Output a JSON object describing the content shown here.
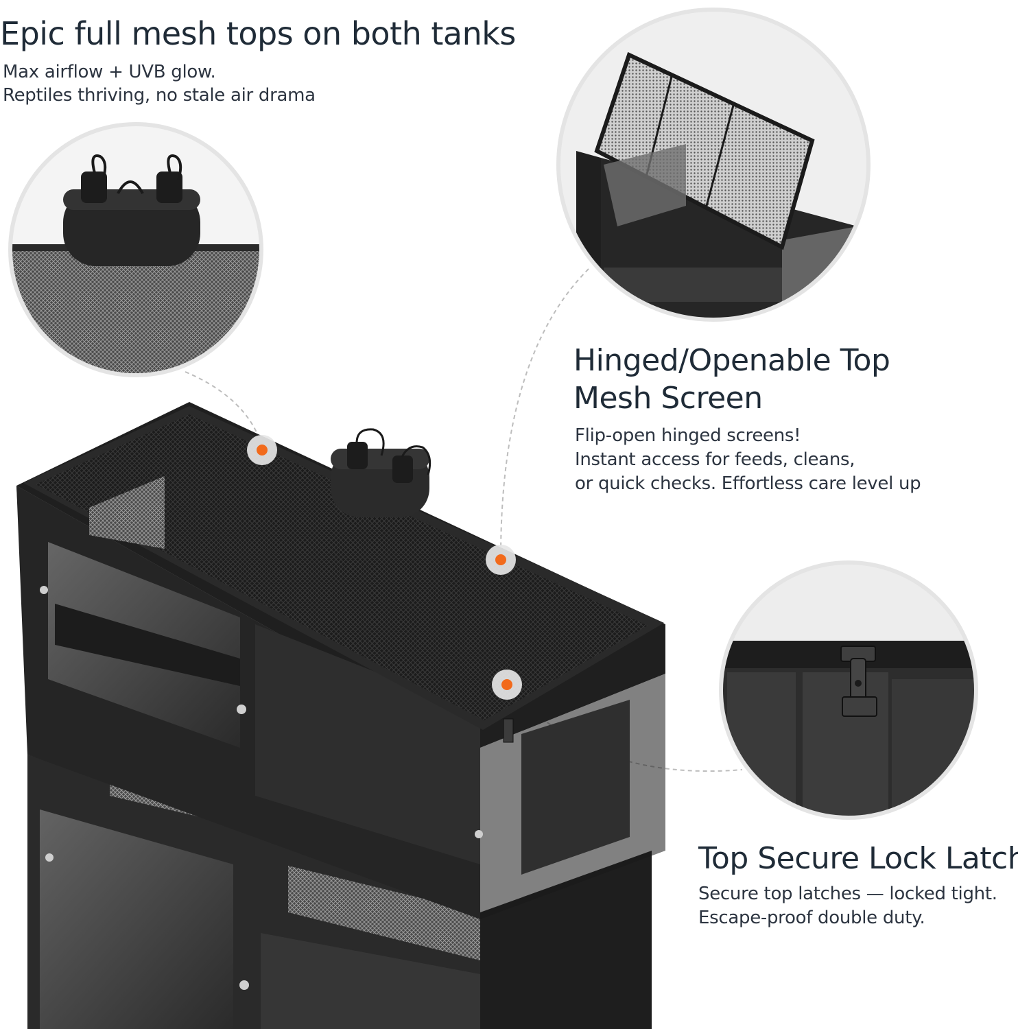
{
  "sections": {
    "mesh_tops": {
      "title": "Epic full mesh tops on both tanks",
      "lines": [
        "Max airflow + UVB glow.",
        "Reptiles thriving, no stale air drama"
      ]
    },
    "hinged_top": {
      "title_lines": [
        "Hinged/Openable Top",
        "Mesh Screen"
      ],
      "lines": [
        "Flip-open hinged screens!",
        "Instant access for feeds, cleans,",
        "or quick checks. Effortless care level up"
      ]
    },
    "lock_latch": {
      "title": "Top Secure Lock Latch",
      "lines": [
        "Secure top latches — locked tight.",
        "Escape-proof double duty."
      ]
    }
  },
  "colors": {
    "marker_orange": "#f26a1b",
    "marker_ring": "#e6e6e6",
    "circle_border": "#e4e4e4",
    "cabinet": "#232323",
    "heading": "#1f2b37"
  },
  "icons": {
    "callout_marker": "orange-dot-icon",
    "lamp": "dual-lamp-fixture-icon",
    "latch": "latch-icon"
  }
}
